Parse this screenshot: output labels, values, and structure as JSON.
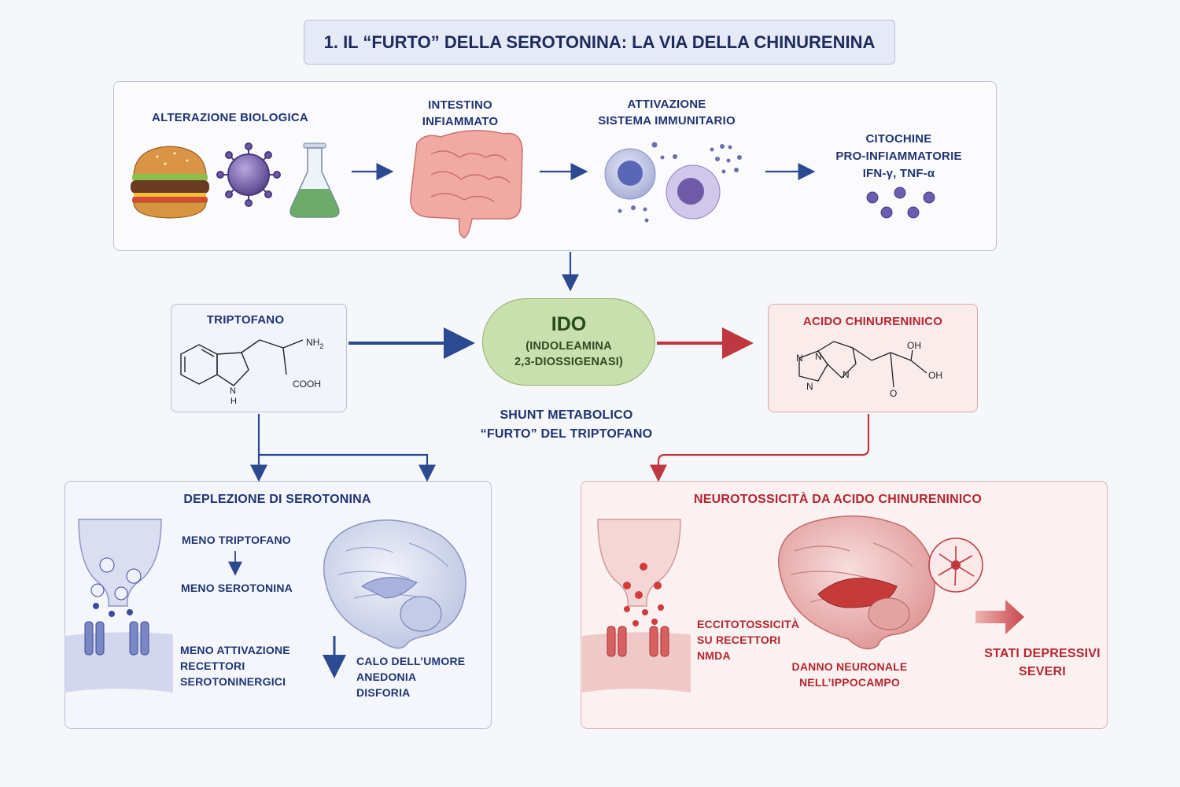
{
  "title": "1. IL “FURTO” DELLA SEROTONINA: LA VIA DELLA CHINURENINA",
  "top_flow": {
    "alterazione": "ALTERAZIONE BIOLOGICA",
    "intestino_l1": "INTESTINO",
    "intestino_l2": "INFIAMMATO",
    "attivazione_l1": "ATTIVAZIONE",
    "attivazione_l2": "SISTEMA IMMUNITARIO",
    "citochine_l1": "CITOCHINE",
    "citochine_l2": "PRO-INFIAMMATORIE",
    "citochine_l3": "IFN-γ, TNF-α"
  },
  "triptofano": {
    "title": "TRIPTOFANO",
    "nh2": "NH",
    "nh2_sub": "2",
    "cooh": "COOH",
    "h": "H",
    "n": "N"
  },
  "ido": {
    "title": "IDO",
    "line1": "(INDOLEAMINA",
    "line2": "2,3-DIOSSIGENASI)"
  },
  "shunt": {
    "line1": "SHUNT METABOLICO",
    "line2": "“FURTO” DEL TRIPTOFANO"
  },
  "acido": {
    "title": "ACIDO CHINURENINICO",
    "oh1": "OH",
    "oh2": "OH",
    "o": "O",
    "n1": "N",
    "n2": "N",
    "n3": "N",
    "n4": "N"
  },
  "deplezione": {
    "title": "DEPLEZIONE DI SEROTONINA",
    "meno_trip": "MENO TRIPTOFANO",
    "meno_sero": "MENO SEROTONINA",
    "meno_att_l1": "MENO ATTIVAZIONE",
    "meno_att_l2": "RECETTORI",
    "meno_att_l3": "SEROTONINERGICI",
    "calo_l1": "CALO DELL’UMORE",
    "calo_l2": "ANEDONIA",
    "calo_l3": "DISFORIA"
  },
  "neuro": {
    "title": "NEUROTOSSICITÀ DA ACIDO CHINURENINICO",
    "ecci_l1": "ECCITOTOSSICITÀ",
    "ecci_l2": "SU RECETTORI",
    "ecci_l3": "NMDA",
    "danno_l1": "DANNO NEURONALE",
    "danno_l2": "NELL’IPPOCAMPO",
    "stati_l1": "STATI DEPRESSIVI",
    "stati_l2": "SEVERI"
  },
  "colors": {
    "blue_text": "#1f3473",
    "red_text": "#b3262f",
    "ido_fill": "#c9dfae",
    "arrow_blue": "#2c4a92",
    "arrow_red": "#c0383f"
  }
}
